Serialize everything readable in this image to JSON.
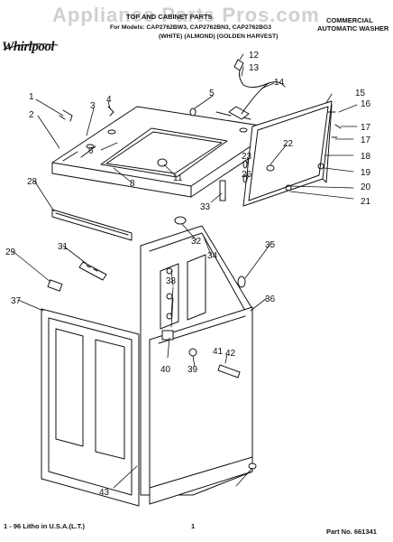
{
  "header": {
    "watermark": "Appliance Parts Pros.com",
    "title": "TOP AND CABINET PARTS",
    "models_line": "For Models: CAP2762BW3, CAP2762BN3, CAP2762BG3",
    "colors_line": "(WHITE)   (ALMOND) (GOLDEN HARVEST)",
    "category_line1": "COMMERCIAL",
    "category_line2": "AUTOMATIC WASHER",
    "brand": "Whirlpool"
  },
  "callouts": [
    "1",
    "2",
    "3",
    "4",
    "5",
    "6",
    "8",
    "11",
    "12",
    "13",
    "14",
    "15",
    "16",
    "17",
    "17",
    "18",
    "19",
    "20",
    "21",
    "22",
    "23",
    "26",
    "28",
    "29",
    "31",
    "32",
    "33",
    "34",
    "35",
    "36",
    "37",
    "38",
    "39",
    "40",
    "41",
    "42",
    "43"
  ],
  "footer": {
    "litho": "1 - 96 Litho in U.S.A.(L.T.)",
    "page_number": "1",
    "part_number": "Part No. 661341"
  }
}
